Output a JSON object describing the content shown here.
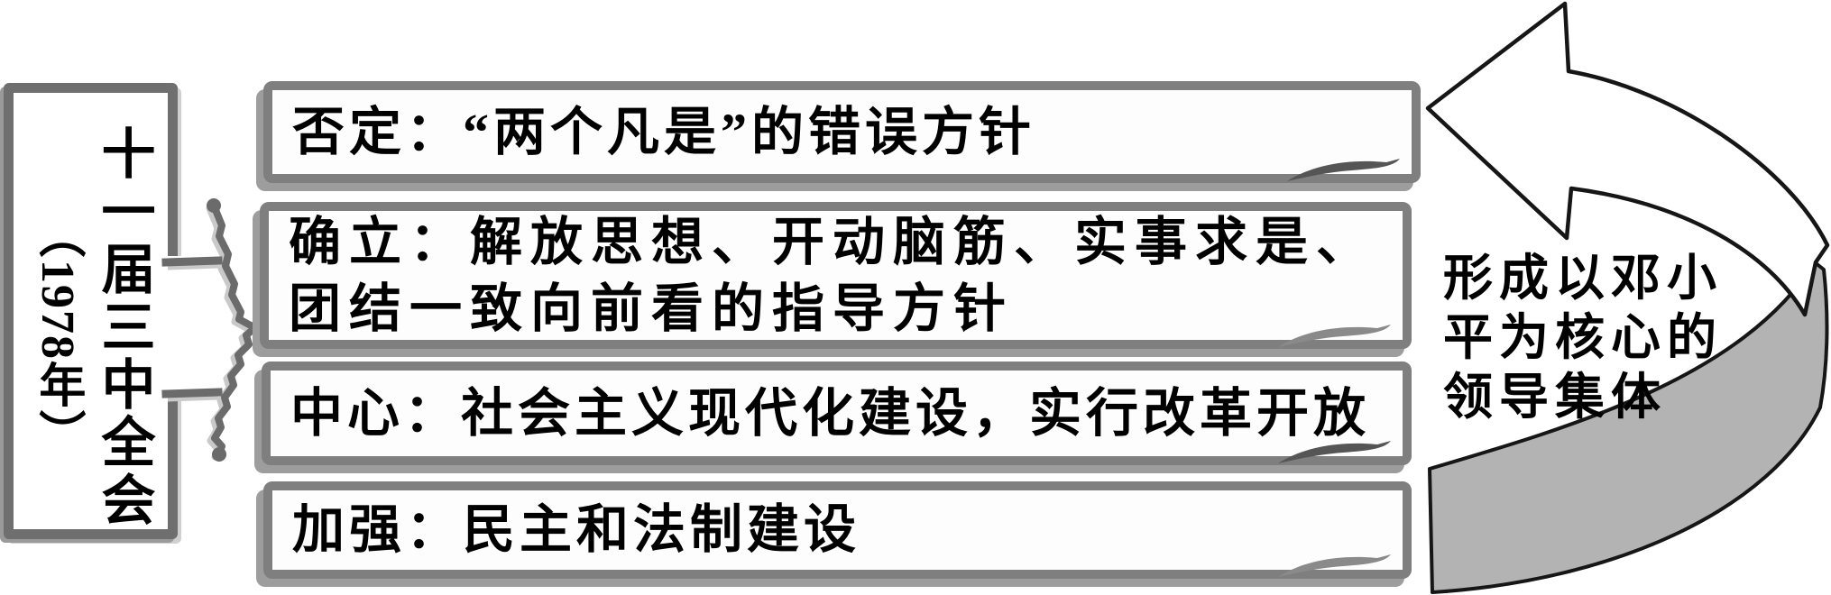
{
  "diagram": {
    "session_box": {
      "title": "十一届三中全会",
      "year": "（1978年）"
    },
    "items": [
      {
        "label": "否定：“两个凡是”的错误方针"
      },
      {
        "label": "确立：解放思想、开动脑筋、实事求是、\n团结一致向前看的指导方针"
      },
      {
        "label": "中心：社会主义现代化建设，实行改革开放"
      },
      {
        "label": "加强：民主和法制建设"
      }
    ],
    "result_label": "形成以邓小\n平为核心的\n领导集体",
    "colors": {
      "box_border": "#7f7f7f",
      "box_shadow": "#9d9d9d",
      "session_border": "#6f6f6f",
      "connector_gray": "#6b6b6b",
      "connector_highlight": "#c9c9c9",
      "curl_mark": "#555555",
      "arrow_outline": "#161616",
      "arrow_underside": "#b3b3b3",
      "text": "#000000",
      "background": "#ffffff"
    }
  }
}
